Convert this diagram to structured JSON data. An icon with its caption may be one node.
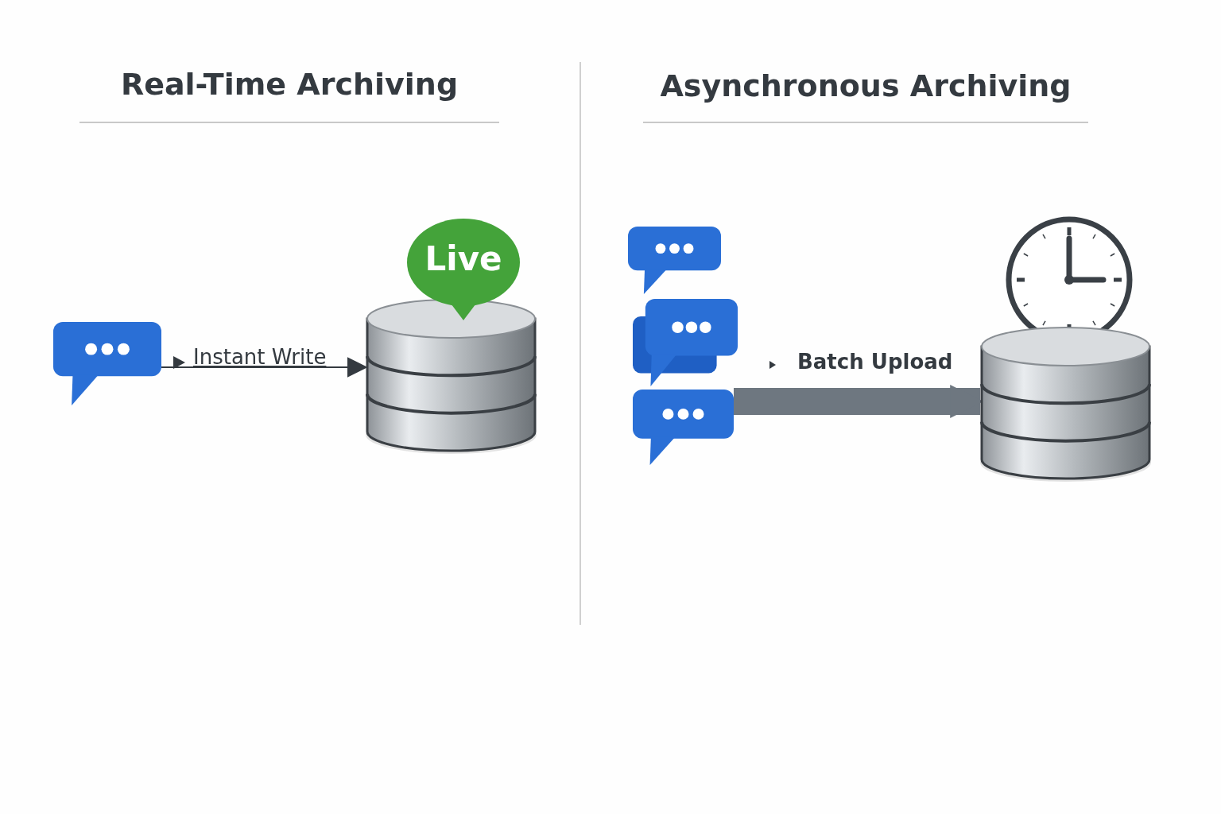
{
  "diagram": {
    "nodes": [
      {
        "text": [],
        "shape": "picture"
      },
      {
        "text": [],
        "shape": "cylinder"
      },
      {
        "text": [
          "Live"
        ]
      },
      {
        "text": [],
        "shape": "picture"
      },
      {
        "text": [],
        "shape": "picture"
      },
      {
        "text": [],
        "shape": "picture"
      },
      {
        "text": [],
        "shape": "cylinder"
      }
    ],
    "edges": [
      {
        "from": 0,
        "to": 1,
        "arrow": "to",
        "label": "Instant Write"
      },
      {
        "from": 5,
        "to": 6,
        "arrow": "to",
        "label": "Batch Upload",
        "style": "thick",
        "color": "#6e7780"
      }
    ],
    "labels": [
      "Real-Time Archiving",
      "Asynchronous Archiving"
    ]
  }
}
